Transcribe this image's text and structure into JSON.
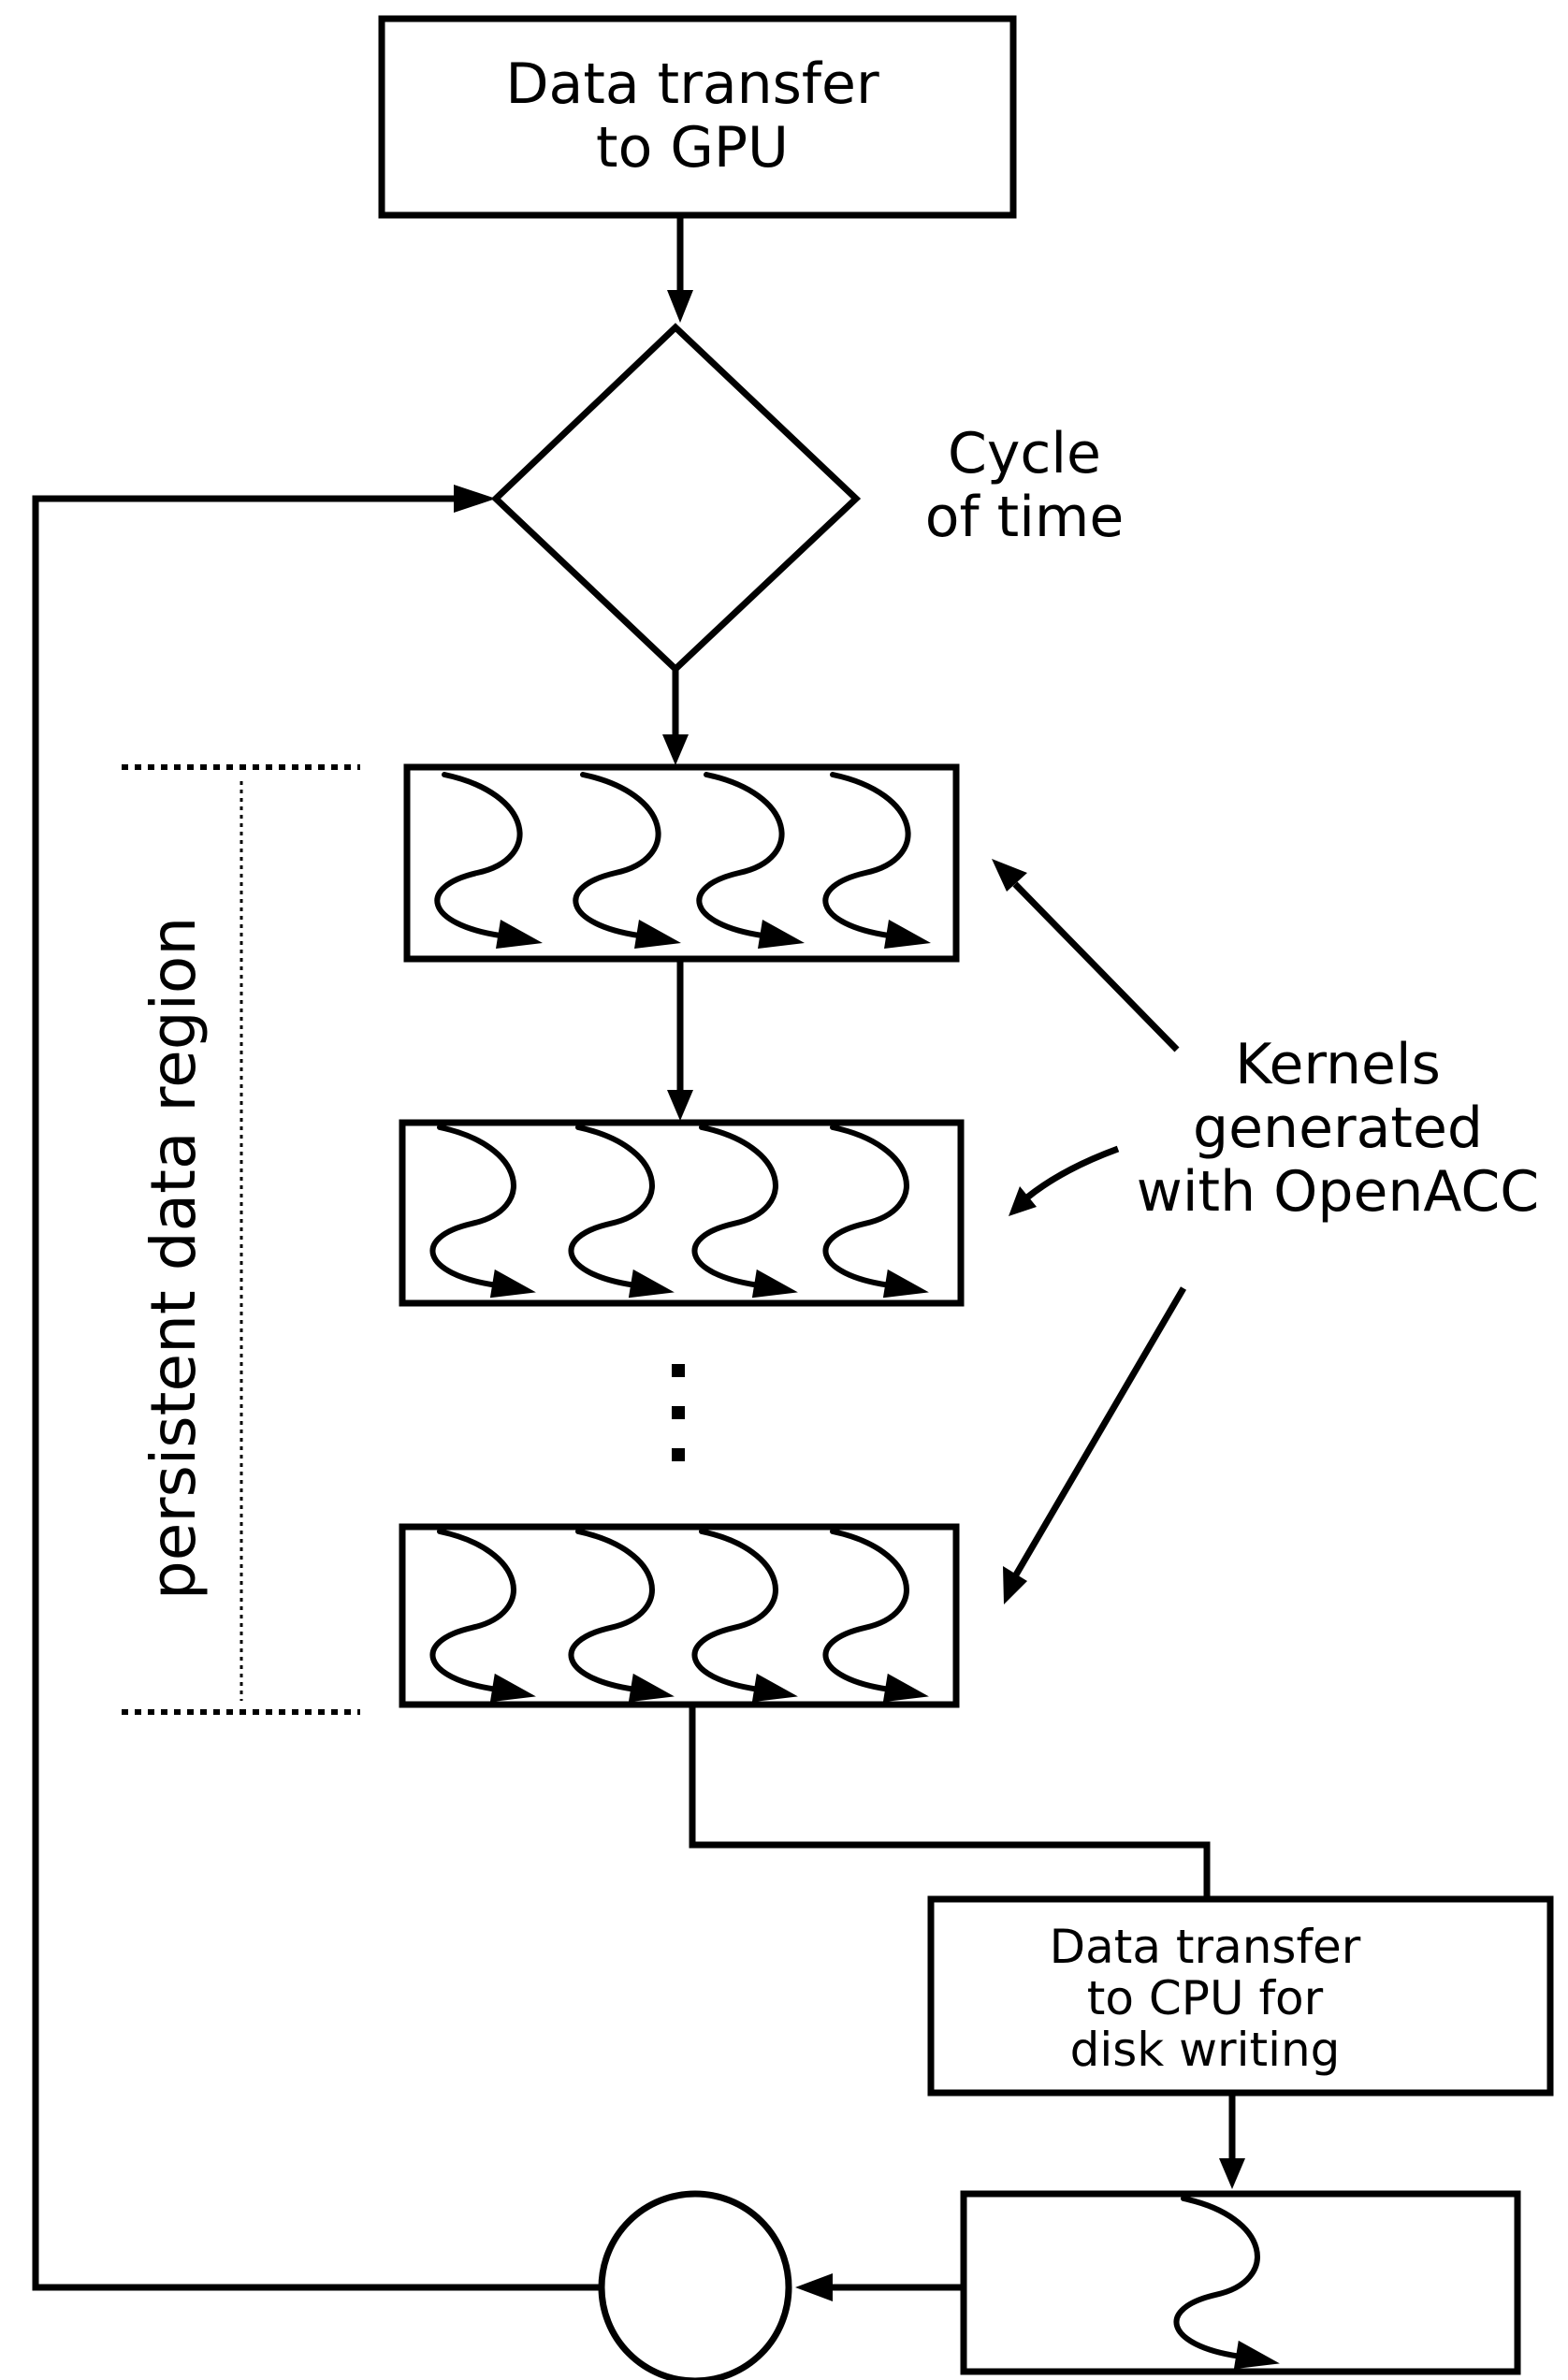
{
  "nodes": {
    "transfer_to_gpu": {
      "line1": "Data transfer",
      "line2": "to GPU"
    },
    "time_cycle": {
      "line1": "Cycle",
      "line2": "of time"
    },
    "transfer_to_cpu": {
      "line1": "Data transfer",
      "line2": "to CPU for",
      "line3": "disk writing"
    }
  },
  "labels": {
    "persistent_region": "persistent data region",
    "kernels": {
      "line1": "Kernels",
      "line2": "generated",
      "line3": "with OpenACC"
    },
    "ellipsis": "⋮"
  },
  "kernel_blocks": [
    {
      "name": "kernel-block-1",
      "threads": 4
    },
    {
      "name": "kernel-block-2",
      "threads": 4
    },
    {
      "name": "kernel-block-n",
      "threads": 4
    }
  ],
  "output_block": {
    "threads": 1
  },
  "colors": {
    "stroke": "#000000",
    "background": "#ffffff"
  }
}
